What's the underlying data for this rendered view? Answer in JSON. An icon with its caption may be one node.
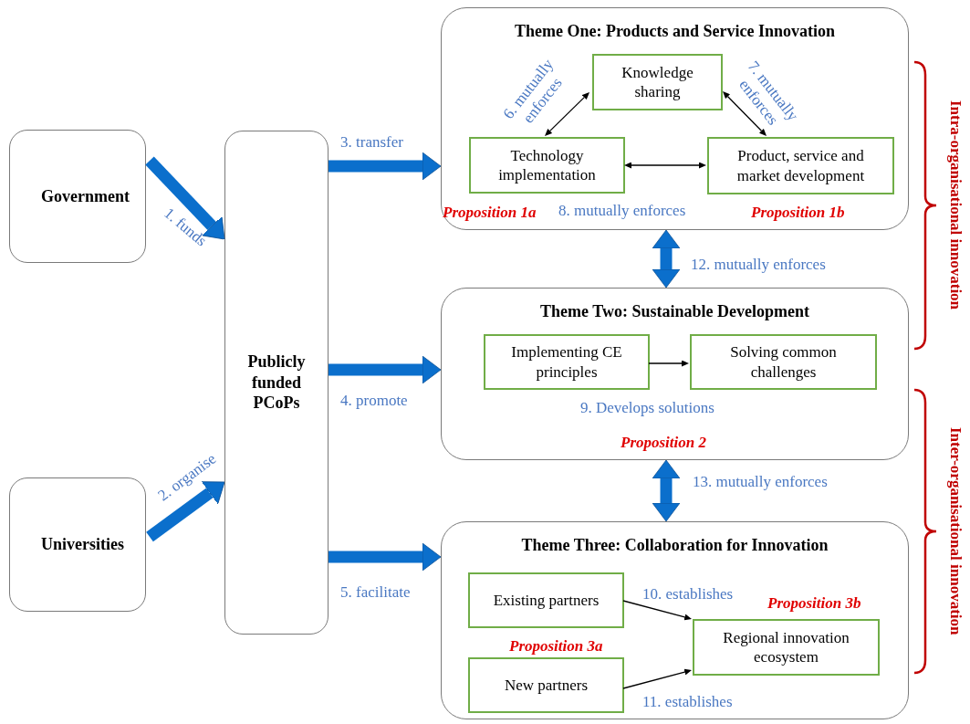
{
  "diagram": {
    "nodes": [
      {
        "text": [
          "Government"
        ]
      },
      {
        "text": [
          "Universities"
        ]
      },
      {
        "text": [
          "Publicly funded PCoPs"
        ]
      },
      {
        "text": [
          "Theme One: Products and Service Innovation",
          "Proposition 1a",
          "Proposition 1b"
        ]
      },
      {
        "text": [
          "Knowledge sharing"
        ],
        "in": 3
      },
      {
        "text": [
          "Technology implementation"
        ],
        "in": 3
      },
      {
        "text": [
          "Product, service and market development"
        ],
        "in": 3
      },
      {
        "text": [
          "Theme Two: Sustainable Development",
          "Proposition 2"
        ]
      },
      {
        "text": [
          "Implementing CE principles"
        ],
        "in": 7
      },
      {
        "text": [
          "Solving common challenges"
        ],
        "in": 7
      },
      {
        "text": [
          "Theme Three: Collaboration for Innovation",
          "Proposition 3b",
          "Proposition 3a"
        ]
      },
      {
        "text": [
          "Existing partners"
        ],
        "in": 10
      },
      {
        "text": [
          "New partners"
        ],
        "in": 10
      },
      {
        "text": [
          "Regional innovation ecosystem"
        ],
        "in": 10
      }
    ],
    "edges": [
      {
        "from": 0,
        "to": 2,
        "arrow": "to",
        "label": "1. funds"
      },
      {
        "from": 1,
        "to": 2,
        "arrow": "to",
        "label": "2. organise"
      },
      {
        "from": 2,
        "to": 3,
        "arrow": "to",
        "label": "3. transfer"
      },
      {
        "from": 2,
        "to": 7,
        "arrow": "to",
        "label": "4. promote"
      },
      {
        "from": 2,
        "to": 10,
        "arrow": "to",
        "label": "5. facilitate"
      },
      {
        "from": 4,
        "to": 5,
        "arrow": "both",
        "label": "6. mutually enforces",
        "color": "#000000"
      },
      {
        "from": 4,
        "to": 6,
        "arrow": "both",
        "label": "7. mutually enforces",
        "color": "#000000"
      },
      {
        "from": 5,
        "to": 6,
        "arrow": "both",
        "label": "8. mutually enforces",
        "color": "#000000"
      },
      {
        "from": 8,
        "to": 9,
        "arrow": "to",
        "label": "9. Develops solutions",
        "color": "#000000"
      },
      {
        "from": 11,
        "to": 13,
        "arrow": "to",
        "label": "10. establishes",
        "color": "#000000"
      },
      {
        "from": 12,
        "to": 13,
        "arrow": "to",
        "label": "11. establishes",
        "color": "#000000"
      },
      {
        "from": 3,
        "to": 7,
        "arrow": "both",
        "label": "12. mutually enforces"
      },
      {
        "from": 7,
        "to": 10,
        "arrow": "both",
        "label": "13. mutually enforces"
      }
    ],
    "labels": [
      "Intra-organisational innovation",
      "Inter-organisational innovation"
    ]
  }
}
